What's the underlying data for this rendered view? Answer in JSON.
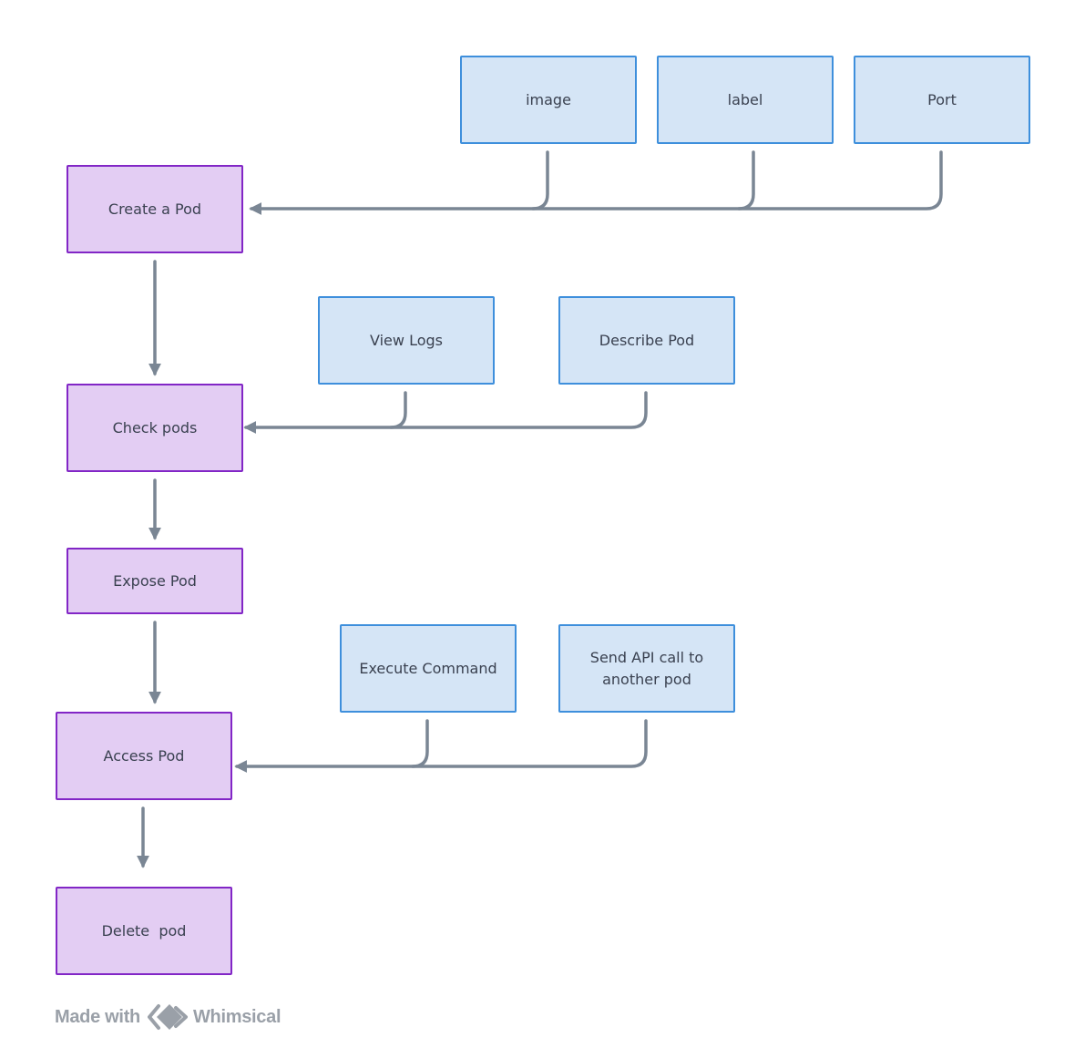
{
  "nodes": {
    "create": "Create a Pod",
    "check": "Check pods",
    "expose": "Expose Pod",
    "access": "Access Pod",
    "delete": "Delete  pod",
    "image": "image",
    "label": "label",
    "port": "Port",
    "view_logs": "View Logs",
    "describe_pod": "Describe Pod",
    "execute_command": "Execute Command",
    "send_api_line1": "Send API call to",
    "send_api_line2": "another pod"
  },
  "footer": {
    "made_with": "Made with",
    "brand": "Whimsical",
    "logo_icon": "whimsical-logo-icon"
  },
  "colors": {
    "step_fill": "#e3cdf3",
    "step_border": "#8226c6",
    "input_fill": "#d5e5f6",
    "input_border": "#3e8fdc",
    "connector": "#7a8694",
    "text": "#3a4150"
  }
}
